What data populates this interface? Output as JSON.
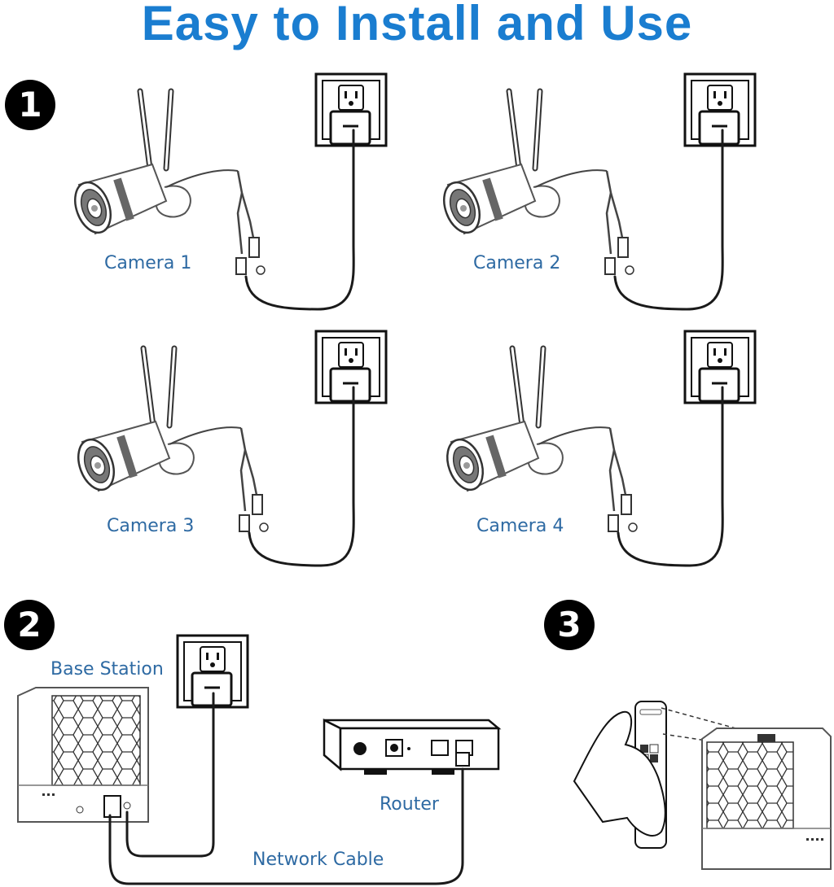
{
  "heading": "Easy to Install and Use",
  "steps": [
    "1",
    "2",
    "3"
  ],
  "cameras": [
    "Camera 1",
    "Camera 2",
    "Camera 3",
    "Camera 4"
  ],
  "step2": {
    "base_station": "Base Station",
    "router": "Router",
    "network_cable": "Network Cable"
  },
  "colors": {
    "accent": "#1a7dd0",
    "label": "#2e6aa3",
    "line": "#1a1a1a"
  }
}
